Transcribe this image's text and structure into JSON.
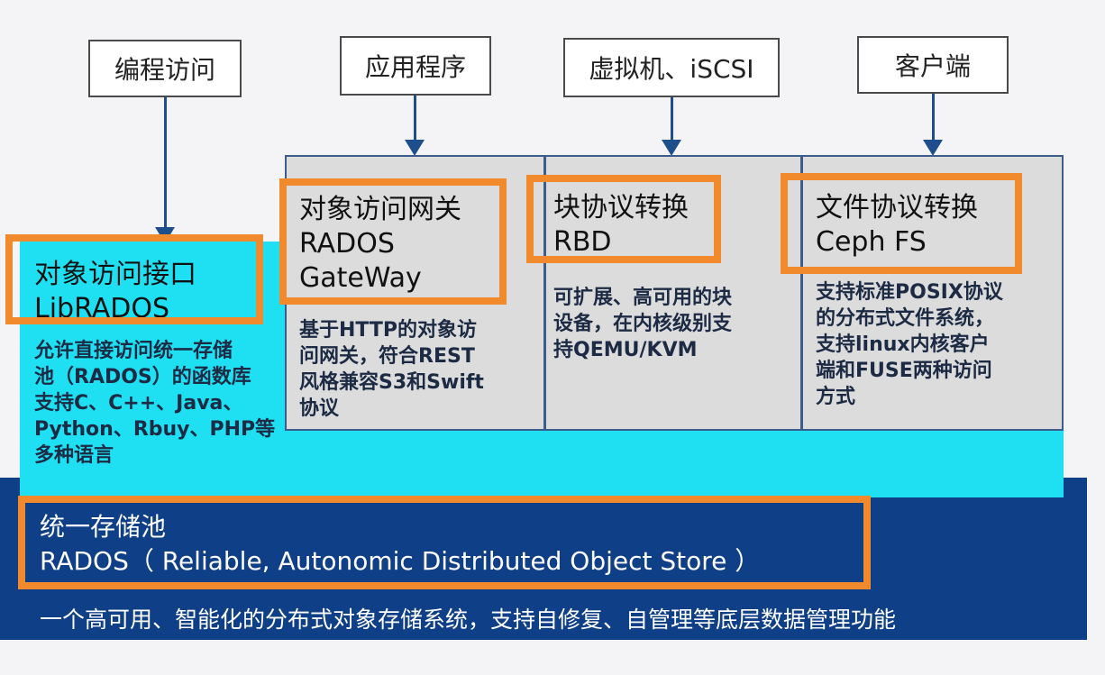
{
  "clients": [
    {
      "label": "编程访问"
    },
    {
      "label": "应用程序"
    },
    {
      "label": "虚拟机、iSCSI"
    },
    {
      "label": "客户端"
    }
  ],
  "librados": {
    "title_line1": "对象访问接口",
    "title_line2": "LibRADOS",
    "desc_lines": [
      "允许直接访问统一存储",
      "池（RADOS）的函数库",
      "支持C、C++、Java、",
      "Python、Rbuy、PHP等",
      "多种语言"
    ]
  },
  "gateway": {
    "title_lines": [
      "对象访问网关",
      "RADOS",
      "GateWay"
    ],
    "desc_lines": [
      "基于HTTP的对象访",
      "问网关，符合REST",
      "风格兼容S3和Swift",
      "协议"
    ]
  },
  "rbd": {
    "title_lines": [
      "块协议转换",
      "RBD"
    ],
    "desc_lines": [
      "可扩展、高可用的块",
      "设备，在内核级别支",
      "持QEMU/KVM"
    ]
  },
  "cephfs": {
    "title_lines": [
      "文件协议转换",
      "Ceph FS"
    ],
    "desc_lines": [
      "支持标准POSIX协议",
      "的分布式文件系统，",
      "支持linux内核客户",
      "端和FUSE两种访问",
      "方式"
    ]
  },
  "rados": {
    "title_line1": "统一存储池",
    "title_line2": "RADOS（ Reliable, Autonomic Distributed Object Store ）",
    "desc": "一个高可用、智能化的分布式对象存储系统，支持自修复、自管理等底层数据管理功能"
  },
  "colors": {
    "orange": "#f08a2c",
    "cyan": "#1ee0f2",
    "navy": "#0f3f86",
    "gray": "#dcdcdc",
    "arrow": "#1f4e8c"
  }
}
